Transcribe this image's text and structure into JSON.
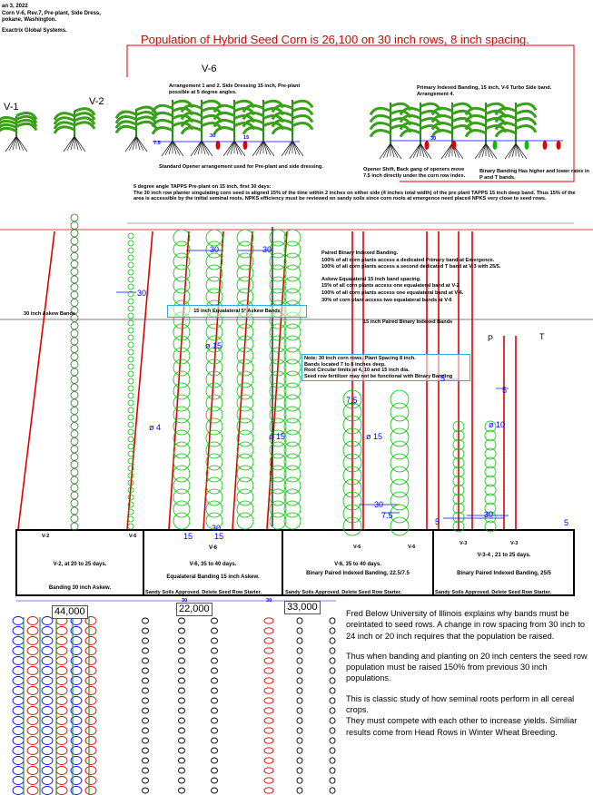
{
  "header": {
    "lines": [
      "an 3, 2022",
      "Corn V-6, Rev.7, Pre-plant, Side Dress,",
      "pokane, Washington.",
      "",
      "Exactrix Global Systems."
    ]
  },
  "title": "Population of Hybrid Seed Corn is 26,100 on 30 inch rows, 8 inch spacing.",
  "growth_labels": {
    "v1": "V-1",
    "v2": "V-2",
    "v6": "V-6"
  },
  "annotations": {
    "arrangement_1_2": "Arrangement 1 and 2. Side Dressing 15 inch, Pre-plant possible at 5 degree angles.",
    "primary_indexed": "Primary Indexed Banding, 15 inch, V-6 Turbo Side band. Arrangement 4.",
    "standard_opener": "Standard Opener arrangement used for Pre-plant and side dressing.",
    "opener_shift": "Opener Shift, Back gang of openers move 7.5 inch directly under the corn row index.",
    "binary_rates": "Binary Banding Has higher and lower rates in P and T bands.",
    "tapps_title": "5 degree angle TAPPS Pre-plant on 15 inch, first 30 days:",
    "tapps_body": "The 30 inch row planter singulating corn seed is aligned 15% of the time within 2 inches on either side (4 inches total width) of the pre plant TAPPS 15 inch deep band.  Thus 15% of the area is accessible by the initial seminal roots.  NPKS efficiency must be reviewed on sandy soils since corn roots at emergence need placed NPKS very close to seed rows.",
    "paired_binary": [
      "Paired Binary Indexed Banding.",
      "100% of all corn plants access a dedicated Primary band  at Emergence.",
      "100% of all corn plants access a second dedicated T band at V-3 with 25/5.",
      "",
      "Askew Equalateral 15 inch band spacing.",
      "15% of all corn plants access one equalateral band at V-2",
      "100% of all corn plants access one equalateral band at V-6.",
      "30% of corn plant access two equalateral bands at V-6"
    ],
    "askew_band_30": "30 inch Askew Bands",
    "equalateral_askew": "15 inch Equalateral 5° Askew Bands",
    "paired_binary_bands": "15 inch Paired Binary Indexed Bands",
    "note": [
      "Note: 30 inch corn rows. Plant Spacing 8 inch.",
      "Bands located 7 to 8 inches deep.",
      "Root Circular limits at 4, 10 and 15 inch dia.",
      "Seed row fertilizer may not be functional with Binary Banding"
    ],
    "p_label": "P",
    "t_label": "T"
  },
  "dims": {
    "d30": "30",
    "d15": "15",
    "d75": "7.5",
    "d5": "5",
    "dia4": "ø 4",
    "dia15": "ø 15",
    "dia10": "ø 10"
  },
  "panels": [
    {
      "stage_top": "",
      "line1": "V-2,  at 20 to 25 days.",
      "line2": "Banding 30  inch Askew.",
      "tag_left": "V-2",
      "tag_right": "V-6"
    },
    {
      "stage_top": "V-6",
      "line1": "V-6, 35 to 40 days.",
      "line2": "Equalateral Banding 15 inch Askew.",
      "tag_left": "",
      "tag_right": ""
    },
    {
      "stage_top": "",
      "line1": "V-6, 35 to 40 days.",
      "line2": "Binary Paired Indexed Banding, 22.5/7.5",
      "tag_left": "V-6",
      "tag_right": "V-6"
    },
    {
      "stage_top": "",
      "line1": "V-3-4 , 21 to 25 days.",
      "line2": "Binary Paired Indexed Banding, 25/5",
      "tag_left": "V-3",
      "tag_right": "V-3"
    }
  ],
  "sandy_label": "Sandy Soils Approved.  Delete Seed Row Starter.",
  "populations": {
    "p44": "44,000",
    "p22": "22,000",
    "p33": "33,000"
  },
  "explanation": [
    "Fred Below University of Illinois explains why bands must be oreintated to seed rows. A change in row spacing from 30 inch to 24 inch or 20 inch requires that the population be raised.",
    "Thus when banding and planting on 20 inch centers the seed row population must be raised 150% from previous 30 inch populations.",
    "This is classic study of how seminal roots perform in all cereal crops.",
    "They must compete with each other to increase yields. Similiar results come from Head Rows in Winter Wheat Breeding."
  ],
  "colors": {
    "red": "#e00000",
    "green": "#00c000",
    "blue": "#0000ff",
    "black": "#000000"
  }
}
